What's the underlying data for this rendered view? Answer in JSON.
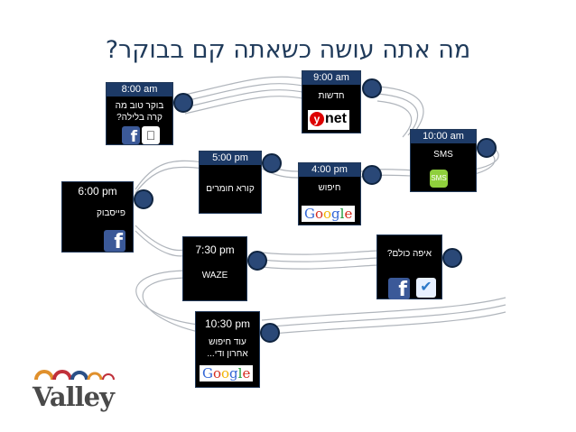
{
  "title": "מה אתה עושה כשאתה קם בבוקר?",
  "cards": {
    "morning": {
      "time": "8:00 am",
      "text": "בוקר טוב מה קרה בלילה?",
      "icons": [
        "facebook-icon",
        "apple-icon"
      ]
    },
    "news": {
      "time": "9:00 am",
      "text": "חדשות",
      "icons": [
        "ynet-logo"
      ]
    },
    "sms": {
      "time": "10:00 am",
      "text": "SMS",
      "icons": [
        "sms-icon"
      ]
    },
    "search": {
      "time": "4:00 pm",
      "text": "חיפוש",
      "icons": [
        "google-logo"
      ]
    },
    "reading": {
      "time": "5:00 pm",
      "text": "קורא חומרים",
      "icons": []
    },
    "facebook": {
      "time": "6:00 pm",
      "text": "פייסבוק",
      "icons": [
        "facebook-icon"
      ]
    },
    "where": {
      "time": "",
      "text": "איפה כולם?",
      "icons": [
        "facebook-icon",
        "foursquare-icon"
      ]
    },
    "waze": {
      "time": "7:30  pm",
      "text": "WAZE",
      "icons": []
    },
    "last": {
      "time": "10:30  pm",
      "text": "עוד חיפוש אחרון ודי...",
      "icons": [
        "google-logo"
      ]
    }
  },
  "brand": {
    "ynet": "net",
    "ynet_y": "y",
    "google": [
      "G",
      "o",
      "o",
      "g",
      "l",
      "e"
    ],
    "sms": "SMS",
    "facebook": "f",
    "logo": "Valley"
  },
  "colors": {
    "title": "#1f3a5a",
    "header": "#1d3a66",
    "ribbon": "#9aa2ab"
  }
}
